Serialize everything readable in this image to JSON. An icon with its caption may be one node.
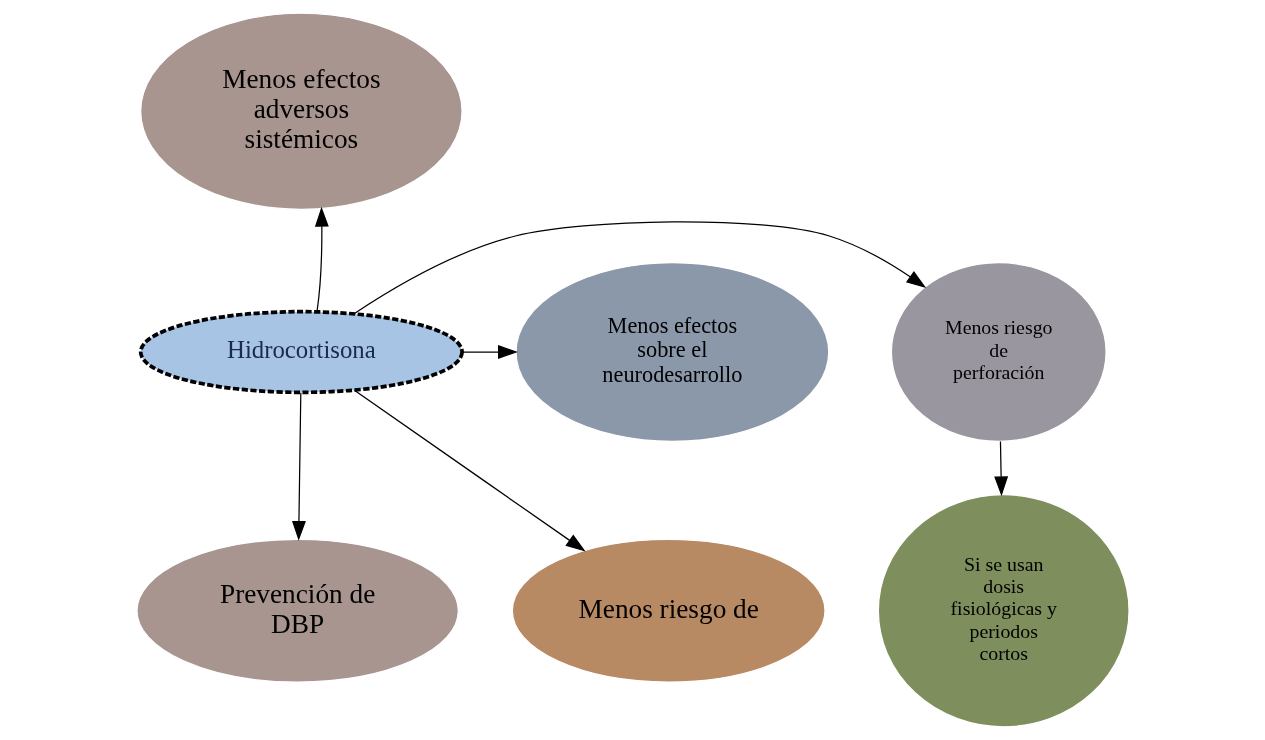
{
  "diagram": {
    "nodes": [
      {
        "text": [
          "Menos efectos adversos sistémicos"
        ]
      },
      {
        "text": [
          "Menos riesgo de perforación"
        ]
      },
      {
        "text": [
          "Menos efectos sobre el neurodesarrollo"
        ]
      },
      {
        "text": [
          "Hidrocortisona"
        ]
      },
      {
        "text": [
          "Menos riesgo de"
        ]
      },
      {
        "text": [
          "Prevención de DBP"
        ]
      },
      {
        "text": [
          "Si se usan dosis fisiológicas y periodos cortos"
        ]
      }
    ],
    "edges": [
      {
        "from": 3,
        "to": 0,
        "arrow": "to"
      },
      {
        "from": 3,
        "to": 2,
        "arrow": "to"
      },
      {
        "from": 3,
        "to": 1,
        "arrow": "to"
      },
      {
        "from": 3,
        "to": 4,
        "arrow": "to"
      },
      {
        "from": 3,
        "to": 5,
        "arrow": "to"
      },
      {
        "from": 1,
        "to": 6,
        "arrow": "to"
      }
    ]
  }
}
